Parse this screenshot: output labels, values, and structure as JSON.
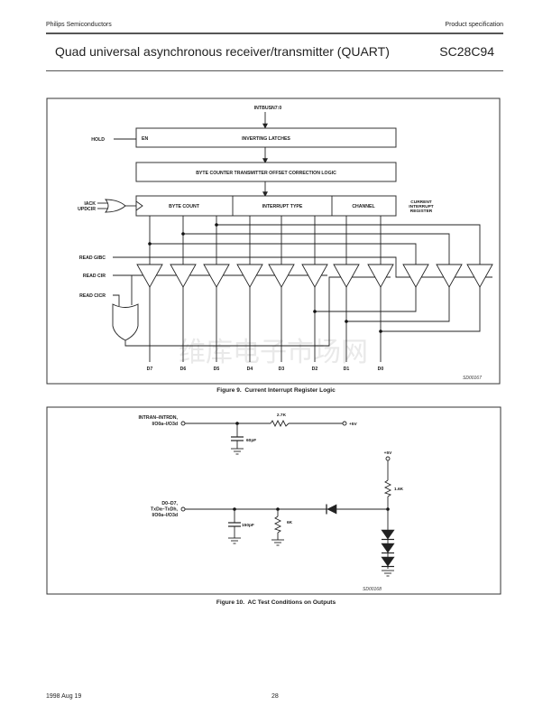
{
  "header": {
    "company": "Philips Semiconductors",
    "doc_type": "Product specification",
    "title": "Quad universal asynchronous receiver/transmitter (QUART)",
    "part_number": "SC28C94"
  },
  "figure9": {
    "bus_label": "INTBUSN7:0",
    "hold_label": "HOLD",
    "en_label": "EN",
    "latches_label": "INVERTING LATCHES",
    "byte_counter_label": "BYTE COUNTER TRANSMITTER OFFSET CORRECTION LOGIC",
    "iack_label": "IACK",
    "updcir_label": "UPDCIR",
    "register_fields": [
      "BYTE COUNT",
      "INTERRUPT TYPE",
      "CHANNEL"
    ],
    "register_name_lines": [
      "CURRENT",
      "INTERRUPT",
      "REGISTER"
    ],
    "read_gibc_label": "READ GIBC",
    "read_cir_label": "READ CIR",
    "read_cicr_label": "READ CICR",
    "outputs": [
      "D7",
      "D6",
      "D5",
      "D4",
      "D3",
      "D2",
      "D1",
      "D0"
    ],
    "drawing_id": "SD00167",
    "watermark": "维库电子市场网",
    "caption": "Figure 9.  Current Interrupt Register Logic"
  },
  "figure10": {
    "input1_lines": [
      "INTRAN–INTRDN,",
      "I/O0a–I/O3d"
    ],
    "c1_value": "60pF",
    "r1_value": "2.7K",
    "supply1": "+5V",
    "supply2": "+5V",
    "r2_value": "1.6K",
    "input2_lines": [
      "D0–D7,",
      "TxDa–TxDh,",
      "I/O0a–I/O3d"
    ],
    "c2_value": "150pF",
    "r3_value": "6K",
    "drawing_id": "SD00168",
    "caption": "Figure 10.  AC Test Conditions on Outputs"
  },
  "footer": {
    "date": "1998 Aug 19",
    "page": "28"
  }
}
